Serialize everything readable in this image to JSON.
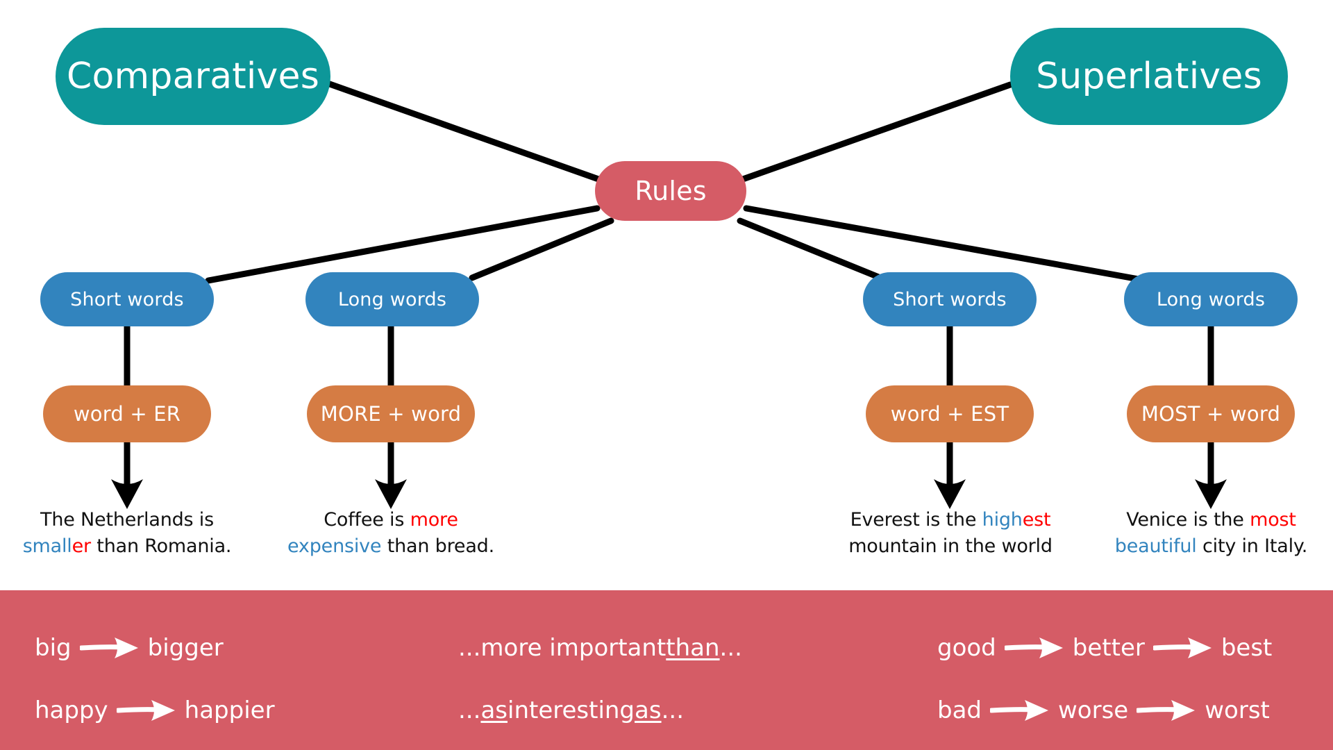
{
  "colors": {
    "teal": "#0d9799",
    "red": "#d55c66",
    "blue": "#3284be",
    "orange": "#d57c44",
    "highlight_blue": "#3284be",
    "highlight_red": "#ff0000",
    "line": "#000000",
    "background": "#ffffff",
    "text": "#111111"
  },
  "diagram": {
    "root_left": {
      "label": "Comparatives"
    },
    "root_right": {
      "label": "Superlatives"
    },
    "center": {
      "label": "Rules"
    },
    "branches": [
      {
        "id": "comparative-short",
        "label": "Short words",
        "rule": "word + ER"
      },
      {
        "id": "comparative-long",
        "label": "Long words",
        "rule": "MORE + word"
      },
      {
        "id": "superlative-short",
        "label": "Short words",
        "rule": "word + EST"
      },
      {
        "id": "superlative-long",
        "label": "Long words",
        "rule": "MOST + word"
      }
    ],
    "examples": [
      {
        "id": "example-comparative-short",
        "line1_parts": [
          {
            "text": "The Netherlands is",
            "style": "plain"
          }
        ],
        "line2_parts": [
          {
            "text": "small",
            "style": "blue"
          },
          {
            "text": "er",
            "style": "red"
          },
          {
            "text": " than Romania.",
            "style": "plain"
          }
        ],
        "plain_text": "The Netherlands is smaller than Romania."
      },
      {
        "id": "example-comparative-long",
        "line1_parts": [
          {
            "text": "Coffee is ",
            "style": "plain"
          },
          {
            "text": "more",
            "style": "red"
          }
        ],
        "line2_parts": [
          {
            "text": "expensive",
            "style": "blue"
          },
          {
            "text": " than bread.",
            "style": "plain"
          }
        ],
        "plain_text": "Coffee is more expensive than bread."
      },
      {
        "id": "example-superlative-short",
        "line1_parts": [
          {
            "text": "Everest is the ",
            "style": "plain"
          },
          {
            "text": "high",
            "style": "blue"
          },
          {
            "text": "est",
            "style": "red"
          }
        ],
        "line2_parts": [
          {
            "text": "mountain in the world",
            "style": "plain"
          }
        ],
        "plain_text": "Everest is the highest mountain in the world"
      },
      {
        "id": "example-superlative-long",
        "line1_parts": [
          {
            "text": "Venice is the ",
            "style": "plain"
          },
          {
            "text": "most",
            "style": "red"
          }
        ],
        "line2_parts": [
          {
            "text": "beautiful",
            "style": "blue"
          },
          {
            "text": " city in Italy.",
            "style": "plain"
          }
        ],
        "plain_text": "Venice is the most beautiful city in Italy."
      }
    ]
  },
  "banner": {
    "columns": [
      {
        "id": "banner-regular-comparatives",
        "rows": [
          {
            "id": "big-bigger",
            "items": [
              {
                "text": "big",
                "underline": false
              },
              {
                "arrow": true
              },
              {
                "text": "bigger",
                "underline": false
              }
            ]
          },
          {
            "id": "happy-happier",
            "items": [
              {
                "text": "happy",
                "underline": false
              },
              {
                "arrow": true
              },
              {
                "text": "happier",
                "underline": false
              }
            ]
          }
        ]
      },
      {
        "id": "banner-comparison-structures",
        "rows": [
          {
            "id": "more-important-than",
            "items": [
              {
                "text": "...more important ",
                "underline": false
              },
              {
                "text": "than",
                "underline": true
              },
              {
                "text": "...",
                "underline": false
              }
            ]
          },
          {
            "id": "as-interesting-as",
            "items": [
              {
                "text": "...",
                "underline": false
              },
              {
                "text": "as",
                "underline": true
              },
              {
                "text": " interesting ",
                "underline": false
              },
              {
                "text": "as",
                "underline": true
              },
              {
                "text": "...",
                "underline": false
              }
            ]
          }
        ]
      },
      {
        "id": "banner-irregular-forms",
        "rows": [
          {
            "id": "good-better-best",
            "items": [
              {
                "text": "good",
                "underline": false
              },
              {
                "arrow": true
              },
              {
                "text": "better",
                "underline": false
              },
              {
                "arrow": true
              },
              {
                "text": "best",
                "underline": false
              }
            ]
          },
          {
            "id": "bad-worse-worst",
            "items": [
              {
                "text": "bad",
                "underline": false
              },
              {
                "arrow": true
              },
              {
                "text": "worse",
                "underline": false
              },
              {
                "arrow": true
              },
              {
                "text": "worst",
                "underline": false
              }
            ]
          }
        ]
      }
    ]
  }
}
